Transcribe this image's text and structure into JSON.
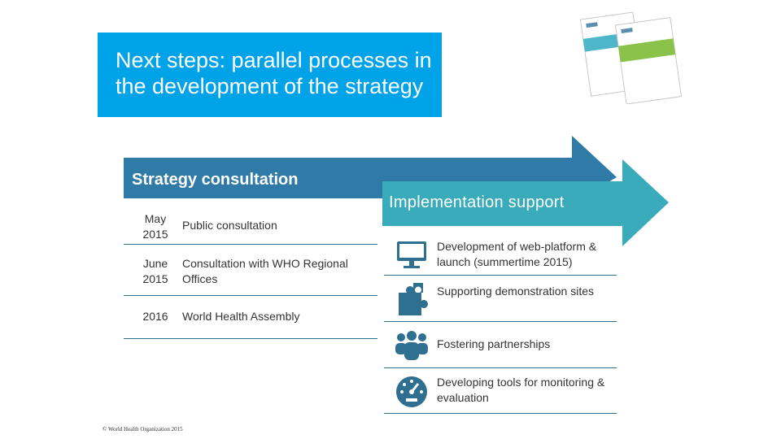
{
  "title": "Next steps: parallel processes in the development of the strategy",
  "strategy_consultation": {
    "label": "Strategy consultation",
    "rows": [
      {
        "date": "May 2015",
        "desc": "Public consultation"
      },
      {
        "date": "June 2015",
        "desc": "Consultation with WHO Regional Offices"
      },
      {
        "date": "2016",
        "desc": "World Health Assembly"
      }
    ]
  },
  "implementation_support": {
    "label": "Implementation support",
    "items": [
      {
        "icon": "monitor-icon",
        "text": "Development of web-platform & launch (summertime 2015)"
      },
      {
        "icon": "puzzle-icon",
        "text": "Supporting demonstration sites"
      },
      {
        "icon": "people-icon",
        "text": "Fostering partnerships"
      },
      {
        "icon": "gauge-icon",
        "text": "Developing tools for monitoring & evaluation"
      }
    ]
  },
  "footer": "© World Health Organization 2015",
  "colors": {
    "title_bg": "#00a2e8",
    "arrow_dark": "#2f7aa7",
    "arrow_teal": "#3aabbb",
    "icon": "#2f6f8f"
  }
}
